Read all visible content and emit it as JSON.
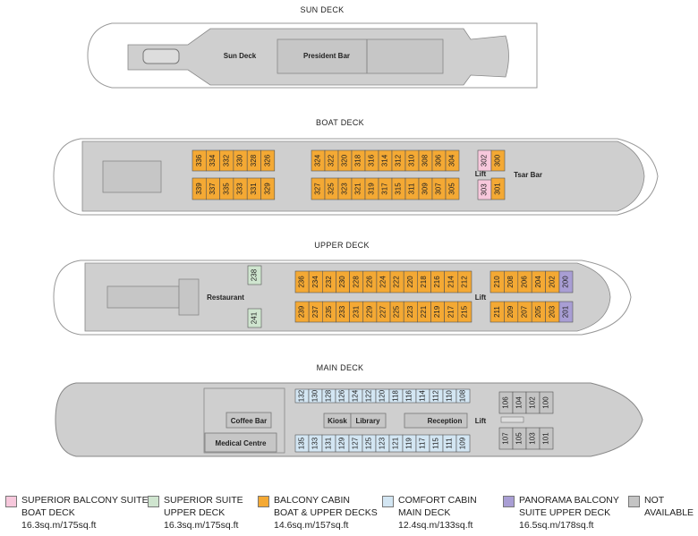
{
  "decks": {
    "sun": {
      "title": "SUN DECK",
      "labels": {
        "sun_deck": "Sun Deck",
        "president_bar": "President Bar"
      }
    },
    "boat": {
      "title": "BOAT DECK",
      "labels": {
        "lift": "Lift",
        "tsar_bar": "Tsar Bar"
      },
      "cabins_top_aft": [
        "336",
        "334",
        "332",
        "330",
        "328",
        "326"
      ],
      "cabins_bottom_aft": [
        "339",
        "337",
        "335",
        "333",
        "331",
        "329"
      ],
      "cabins_top_mid": [
        "324",
        "322",
        "320",
        "318",
        "316",
        "314",
        "312",
        "310",
        "308",
        "306",
        "304"
      ],
      "cabins_bottom_mid": [
        "327",
        "325",
        "323",
        "321",
        "319",
        "317",
        "315",
        "311",
        "309",
        "307",
        "305"
      ],
      "cabins_pink": [
        "302",
        "303"
      ],
      "cabins_fwd": [
        "300",
        "301"
      ]
    },
    "upper": {
      "title": "UPPER DECK",
      "labels": {
        "restaurant": "Restaurant",
        "lift": "Lift"
      },
      "cabins_green": [
        "238",
        "241"
      ],
      "cabins_top_aft": [
        "236",
        "234",
        "232",
        "230",
        "228",
        "226",
        "224",
        "222",
        "220",
        "218",
        "216",
        "214",
        "212"
      ],
      "cabins_bottom_aft": [
        "239",
        "237",
        "235",
        "233",
        "231",
        "229",
        "227",
        "225",
        "223",
        "221",
        "219",
        "217",
        "215"
      ],
      "cabins_top_fwd": [
        "210",
        "208",
        "206",
        "204",
        "202"
      ],
      "cabins_bottom_fwd": [
        "211",
        "209",
        "207",
        "205",
        "203"
      ],
      "cabins_purple": [
        "200",
        "201"
      ]
    },
    "main": {
      "title": "MAIN DECK",
      "labels": {
        "coffee_bar": "Coffee Bar",
        "medical_centre": "Medical Centre",
        "kiosk": "Kiosk",
        "library": "Library",
        "reception": "Reception",
        "lift": "Lift"
      },
      "cabins_top": [
        "132",
        "130",
        "128",
        "126",
        "124",
        "122",
        "120",
        "118",
        "116",
        "114",
        "112",
        "110",
        "108"
      ],
      "cabins_bottom": [
        "135",
        "133",
        "131",
        "129",
        "127",
        "125",
        "123",
        "121",
        "119",
        "117",
        "115",
        "111",
        "109"
      ],
      "cabins_na_top": [
        "106",
        "104",
        "102",
        "100"
      ],
      "cabins_na_bottom": [
        "107",
        "105",
        "103",
        "101"
      ]
    }
  },
  "colors": {
    "pink": "#f7c8dc",
    "green": "#cfe5cf",
    "orange": "#f4a934",
    "blue": "#d3e6f3",
    "purple": "#a99ed4",
    "gray": "#c4c4c4",
    "deck": "#cfcfcf"
  },
  "legend": [
    {
      "color": "#f7c8dc",
      "line1": "SUPERIOR BALCONY SUITE",
      "line2": "BOAT DECK",
      "size": "16.3sq.m/175sq.ft"
    },
    {
      "color": "#cfe5cf",
      "line1": "SUPERIOR SUITE",
      "line2": "UPPER DECK",
      "size": "16.3sq.m/175sq.ft"
    },
    {
      "color": "#f4a934",
      "line1": "BALCONY CABIN",
      "line2": "BOAT & UPPER DECKS",
      "size": "14.6sq.m/157sq.ft"
    },
    {
      "color": "#d3e6f3",
      "line1": "COMFORT CABIN",
      "line2": "MAIN DECK",
      "size": "12.4sq.m/133sq.ft"
    },
    {
      "color": "#a99ed4",
      "line1": "PANORAMA BALCONY",
      "line2": "SUITE UPPER DECK",
      "size": "16.5sq.m/178sq.ft"
    },
    {
      "color": "#c4c4c4",
      "line1": "NOT",
      "line2": "AVAILABLE",
      "size": ""
    }
  ]
}
